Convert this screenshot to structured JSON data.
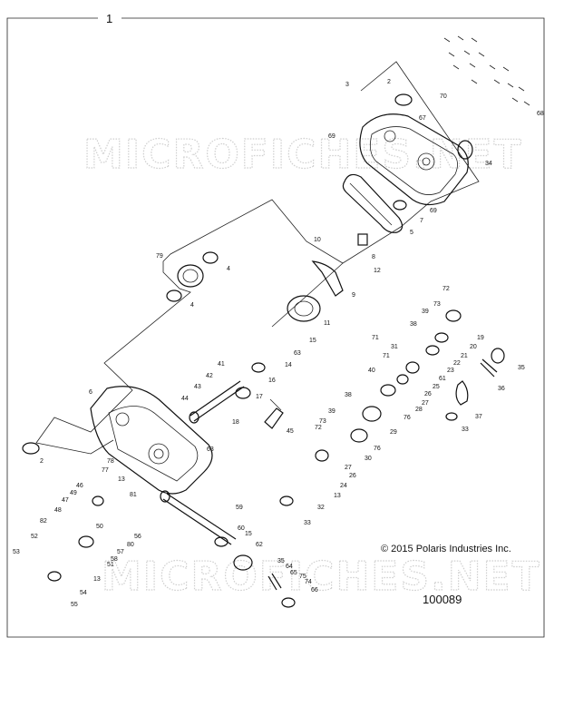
{
  "figure_number": "1",
  "copyright": "© 2015 Polaris Industries Inc.",
  "document_number": "100089",
  "watermark": "MICROFICHES.NET",
  "callouts": [
    "1",
    "2",
    "3",
    "4",
    "5",
    "6",
    "7",
    "8",
    "9",
    "10",
    "11",
    "12",
    "13",
    "14",
    "15",
    "16",
    "17",
    "18",
    "19",
    "20",
    "21",
    "22",
    "23",
    "24",
    "25",
    "26",
    "27",
    "28",
    "29",
    "30",
    "31",
    "32",
    "33",
    "34",
    "35",
    "36",
    "37",
    "38",
    "39",
    "40",
    "41",
    "42",
    "43",
    "44",
    "45",
    "46",
    "47",
    "48",
    "49",
    "50",
    "51",
    "52",
    "53",
    "54",
    "55",
    "56",
    "57",
    "58",
    "59",
    "60",
    "61",
    "62",
    "63",
    "64",
    "65",
    "66",
    "67",
    "68",
    "69",
    "70",
    "71",
    "72",
    "73",
    "74",
    "75",
    "76",
    "77",
    "78",
    "79",
    "80",
    "81",
    "82"
  ]
}
